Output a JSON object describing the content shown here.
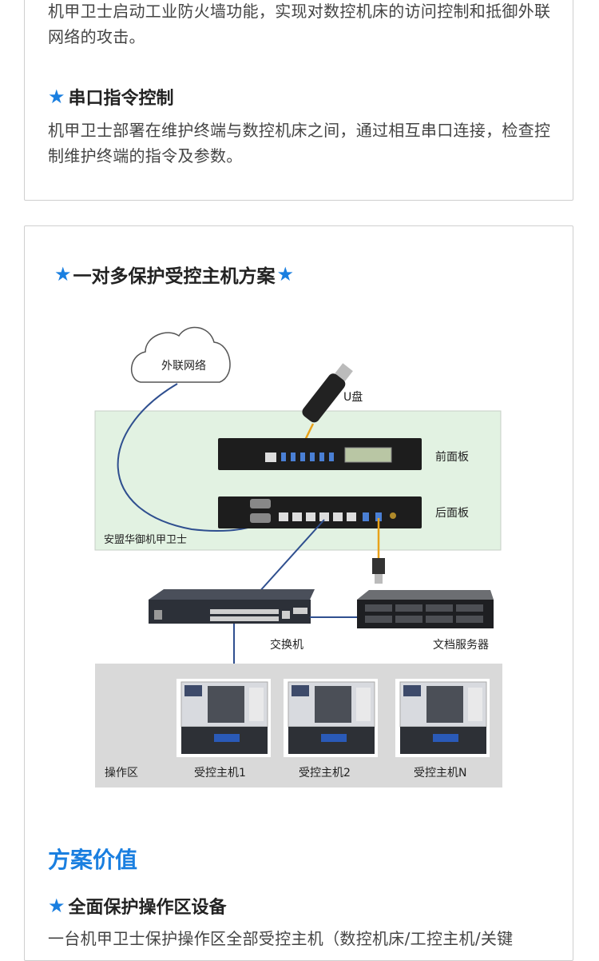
{
  "top": {
    "para1": "机甲卫士启动工业防火墙功能，实现对数控机床的访问控制和抵御外联网络的攻击。",
    "heading": "串口指令控制",
    "para2": "机甲卫士部署在维护终端与数控机床之间，通过相互串口连接，检查控制维护终端的指令及参数。"
  },
  "diagram": {
    "title": "一对多保护受控主机方案",
    "cloud": "外联网络",
    "usb": "U盘",
    "front_panel": "前面板",
    "rear_panel": "后面板",
    "device": "安盟华御机甲卫士",
    "switch": "交换机",
    "server": "文档服务器",
    "zone": "操作区",
    "hosts": [
      "受控主机1",
      "受控主机2",
      "受控主机N"
    ]
  },
  "value": {
    "section_title": "方案价值",
    "heading": "全面保护操作区设备",
    "para": "一台机甲卫士保护操作区全部受控主机（数控机床/工控主机/关键"
  },
  "colors": {
    "accent": "#1a7fe0",
    "green_zone": "#e2f2e2",
    "gray_zone": "#d9d9d9"
  },
  "icons": {
    "star": "★"
  }
}
